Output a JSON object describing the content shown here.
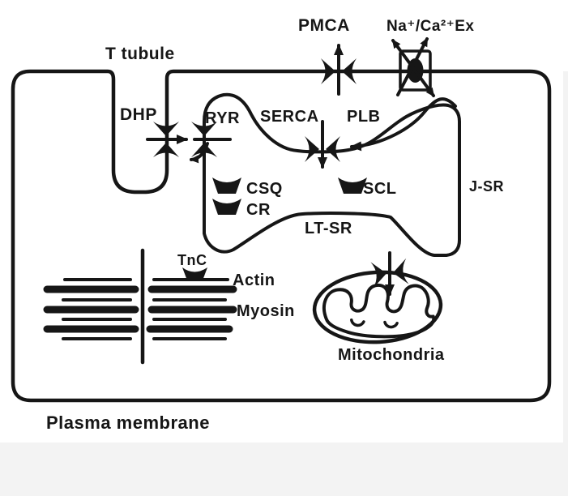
{
  "figure": {
    "kind": "scanned cell calcium-transport diagram",
    "ink_color": "#161616",
    "background_color": "#ffffff",
    "footer_band_color": "#f3f3f3"
  },
  "labels": {
    "t_tubule": "T tubule",
    "pmca": "PMCA",
    "na_ca_exchanger": "Na⁺/Ca²⁺Ex",
    "dhp": "DHP",
    "ryr": "RYR",
    "serca": "SERCA",
    "plb": "PLB",
    "csq": "CSQ",
    "cr": "CR",
    "scl": "SCL",
    "j_sr": "J-SR",
    "lt_sr": "LT-SR",
    "tnc": "TnC",
    "actin": "Actin",
    "myosin": "Myosin",
    "mitochondria": "Mitochondria",
    "plasma_membrane": "Plasma membrane"
  }
}
